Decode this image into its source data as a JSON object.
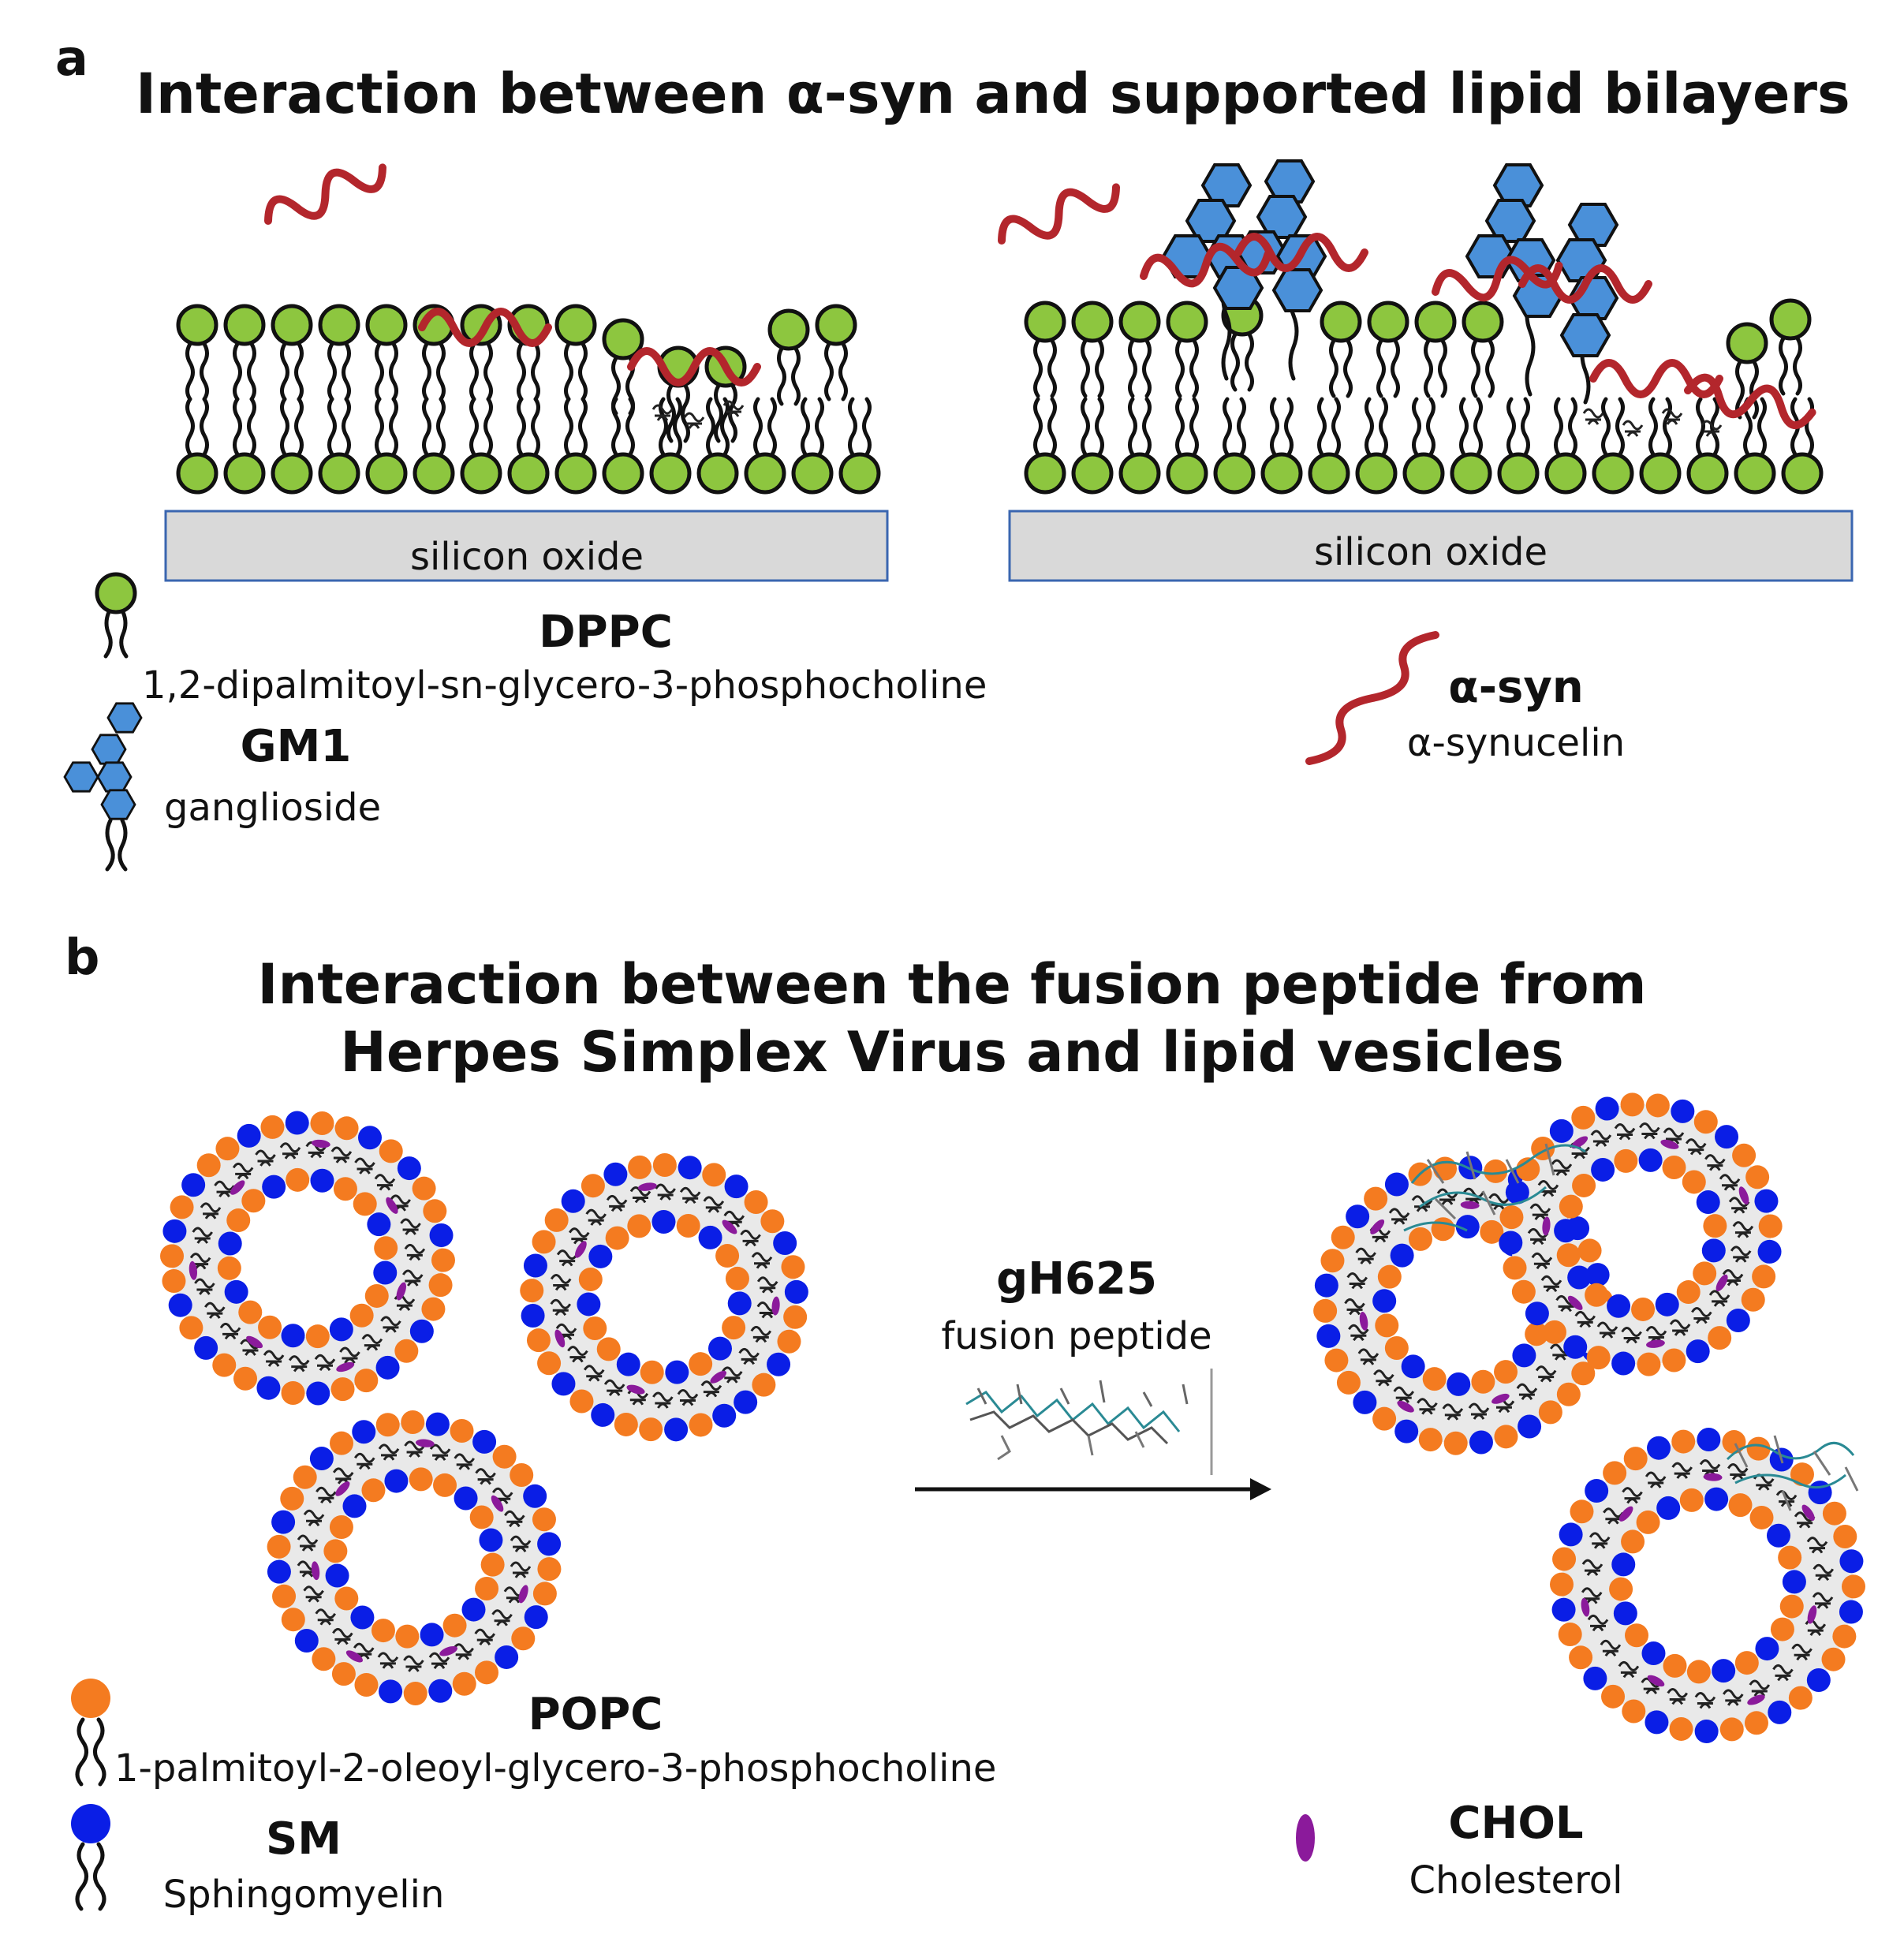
{
  "panel_a": {
    "letter": "a",
    "title": "Interaction between α-syn and supported lipid bilayers",
    "substrate_left": "silicon oxide",
    "substrate_right": "silicon oxide",
    "legend": {
      "dppc_name": "DPPC",
      "dppc_desc": "1,2-dipalmitoyl-sn-glycero-3-phosphocholine",
      "gm1_name": "GM1",
      "gm1_desc": "ganglioside",
      "asyn_name": "α-syn",
      "asyn_desc": "α-synucelin"
    }
  },
  "panel_b": {
    "letter": "b",
    "title_line1": "Interaction between the fusion peptide from",
    "title_line2": "Herpes Simplex Virus and lipid vesicles",
    "arrow_label": "gH625",
    "arrow_sublabel": "fusion peptide",
    "legend": {
      "popc_name": "POPC",
      "popc_desc": "1-palmitoyl-2-oleoyl-glycero-3-phosphocholine",
      "sm_name": "SM",
      "sm_desc": "Sphingomyelin",
      "chol_name": "CHOL",
      "chol_desc": "Cholesterol"
    }
  },
  "colors": {
    "dppc_head": "#8dc63f",
    "gm1_sugar": "#4a90d9",
    "asyn": "#b3262c",
    "popc_head": "#f47b20",
    "sm_head": "#0a1ee6",
    "chol": "#8b1a9b",
    "substrate": "#d9d9d9",
    "substrate_border": "#3a66b0",
    "peptide": "#2a8a94"
  }
}
